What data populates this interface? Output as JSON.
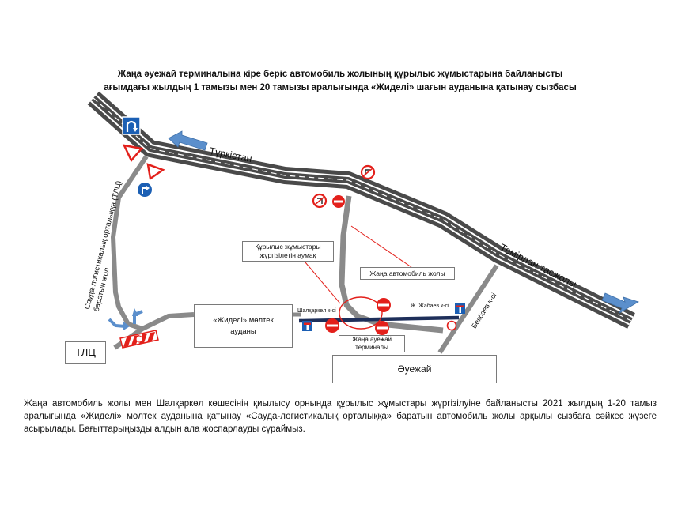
{
  "title": {
    "line1": "Жаңа әуежай терминалына кіре берiс автомобиль жолының құрылыс жұмыстарына байланысты",
    "line2": "ағымдағы жылдың 1 тамызы мен 20 тамызы аралығында «Жиделi» шағын ауданына қатынау сызбасы"
  },
  "roads": {
    "turkistan": "Түркістан",
    "temirlan": "Темірлан тасжолы",
    "logistics_road": "Сауда-логистикалық орталыққа (ТЛЦ) баратын жол",
    "shalkar": "Шалқаркөл к-сі",
    "zhabaev": "Ж. Жабаев к-сі",
    "bekbaev": "Бекбаев к-сі"
  },
  "boxes": {
    "construction": "Құрылыс жұмыстары жүргізілетін аумақ",
    "new_road": "Жаңа автомобиль жолы",
    "zhideli": "«Жиделі» мөлтек ауданы",
    "new_terminal": "Жаңа әуежай терминалы",
    "airport": "Әуежай",
    "tlc": "ТЛЦ"
  },
  "footer": "Жаңа автомобиль жолы мен Шалқаркөл көшесінің қиылысу орнында құрылыс жұмыстары жүргізілуіне байланысты 2021 жылдың 1-20 тамыз аралығында «Жиделі» мөлтек ауданына қатынау «Сауда-логистикалық орталыққа» баратын автомобиль жолы арқылы сызбаға сәйкес жүзеге асырылады. Бағыттарыңызды алдын ала жоспарлауды сұраймыз.",
  "colors": {
    "highway": "#4a4a4a",
    "local_road": "#8a8a8a",
    "detour": "#1e2f5a",
    "arrow": "#5b8fcc",
    "sign_red": "#e3201b",
    "sign_blue": "#1b5fb4"
  },
  "icons": [
    "u-turn-sign-icon",
    "no-left-turn-sign-icon",
    "no-entry-sign-icon",
    "yield-sign-icon",
    "turn-right-sign-icon",
    "dead-end-sign-icon",
    "detour-arrow-icon",
    "direction-arrow-icon",
    "barrier-icon",
    "construction-zone-icon"
  ]
}
